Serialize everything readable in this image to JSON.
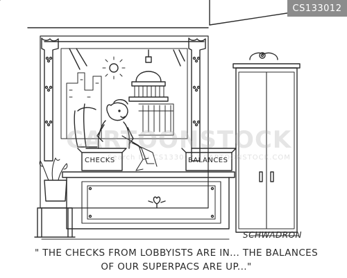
{
  "stock_id": "CS133012",
  "box_left_label": "CHECKS",
  "box_right_label": "BALANCES",
  "caption": {
    "line1": "\" THE CHECKS FROM LOBBYISTS ARE IN... THE BALANCES",
    "line2": "OF OUR SUPERPACS ARE UP...\""
  },
  "artist_signature": "SCHWADRON",
  "watermark": {
    "main": "CARTOONSTOCK",
    "sub": "Search ID: CS133012 | CARTOONSTOCK.COM"
  }
}
